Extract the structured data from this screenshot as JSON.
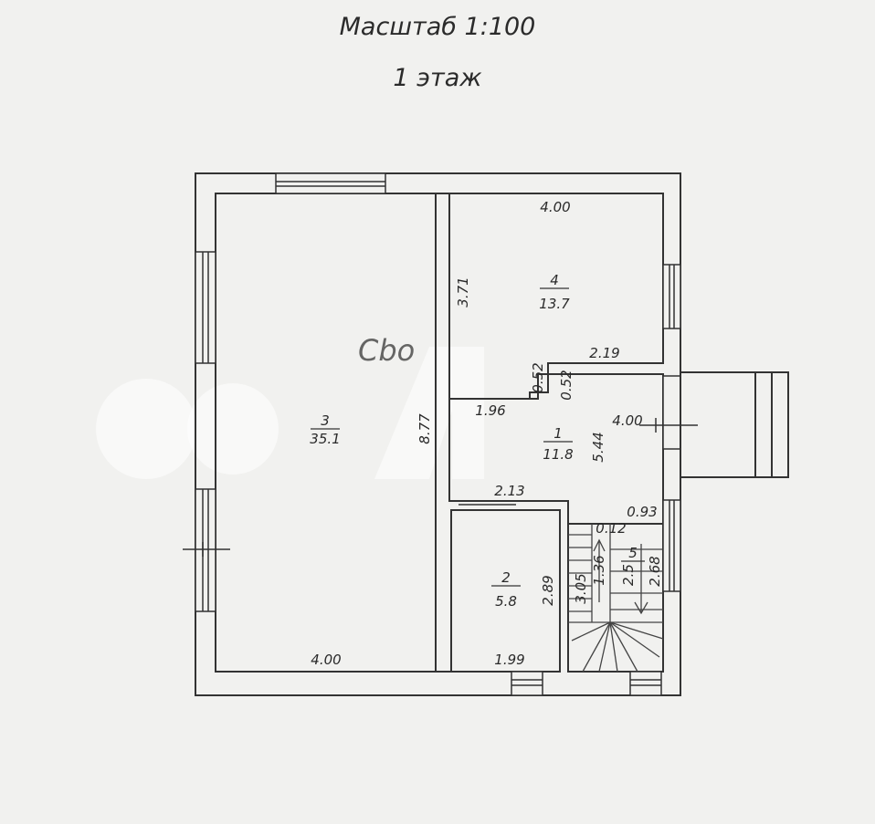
{
  "header": {
    "scale": "Масштаб 1:100",
    "floor": "1 этаж"
  },
  "rooms": [
    {
      "number": "3",
      "area": "35.1"
    },
    {
      "number": "4",
      "area": "13.7"
    },
    {
      "number": "1",
      "area": "11.8"
    },
    {
      "number": "2",
      "area": "5.8"
    },
    {
      "number": "5",
      "area": "2.5"
    }
  ],
  "dimensions": {
    "r3_bottom": "4.00",
    "r3_right": "8.77",
    "r4_top": "4.00",
    "r4_left": "3.71",
    "step_horizontal": "2.19",
    "step_vertical_left": "0.52",
    "step_vertical_right": "0.52",
    "r1_top": "1.96",
    "r1_right_width": "4.00",
    "r1_height": "5.44",
    "r1_bottom": "2.13",
    "r2_bottom": "1.99",
    "r2_right": "2.89",
    "stair_width": "0.93",
    "stair_gap": "0.12",
    "stair_a": "3.05",
    "stair_b": "1.36",
    "stair_c": "2.68"
  },
  "watermark": "Cbo"
}
